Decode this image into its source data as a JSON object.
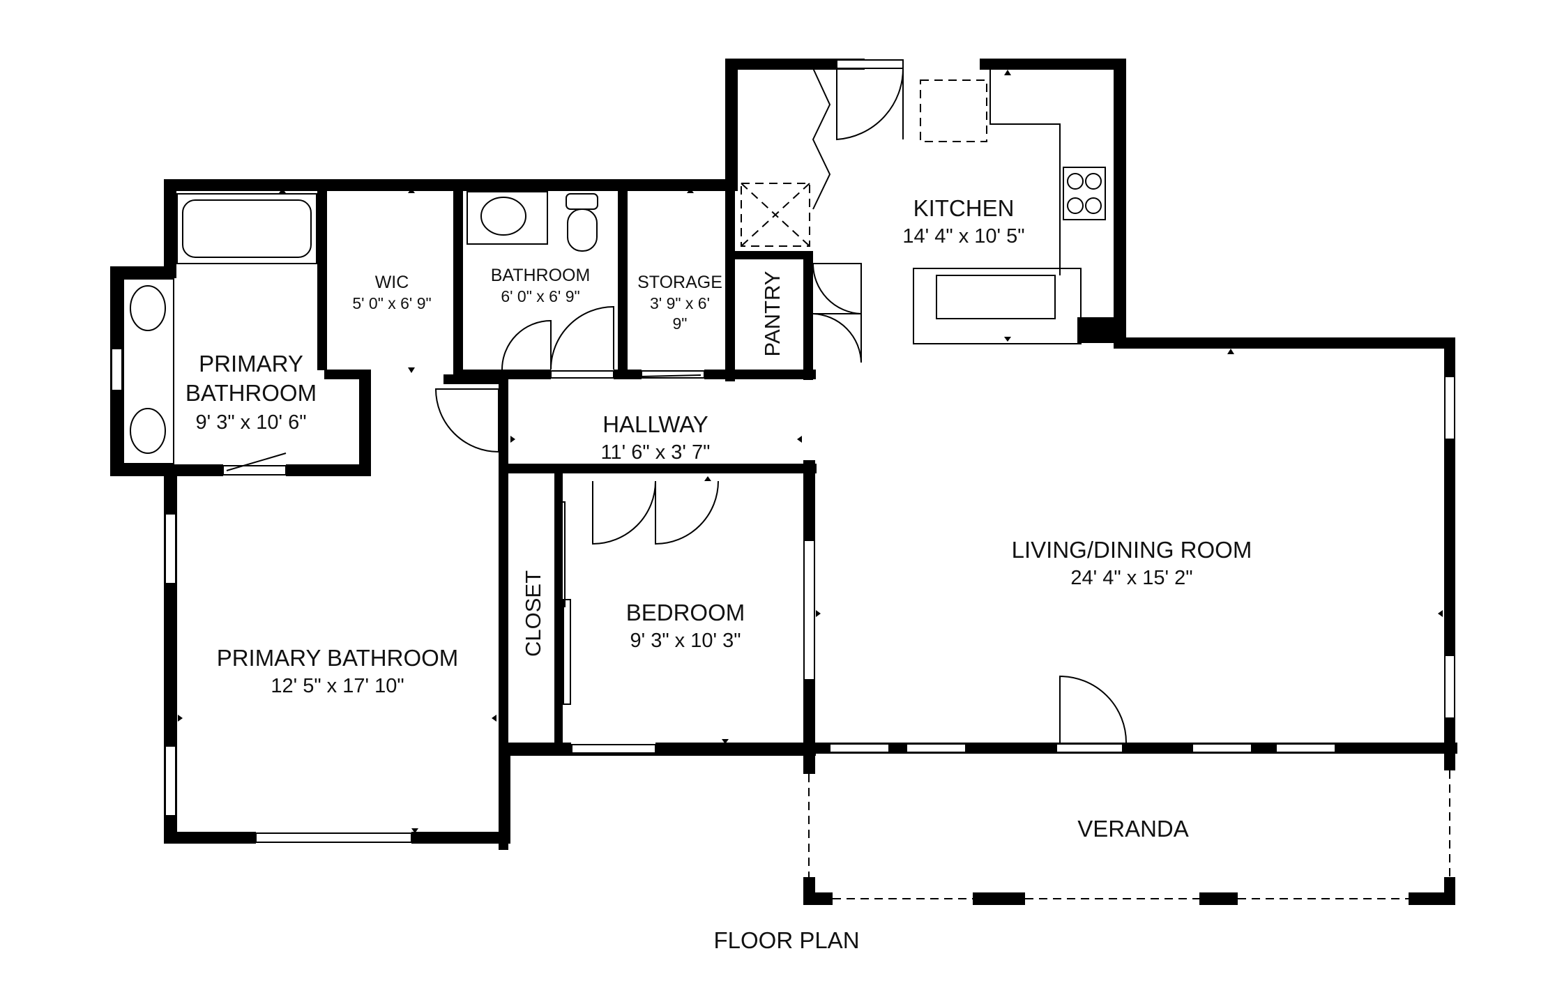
{
  "plan_title": "FLOOR PLAN",
  "rooms": {
    "kitchen": {
      "name": "KITCHEN",
      "size": "14' 4\" x 10' 5\""
    },
    "pantry": {
      "name": "PANTRY"
    },
    "wic": {
      "name": "WIC",
      "size": "5' 0\" x 6' 9\""
    },
    "bathroom": {
      "name": "BATHROOM",
      "size": "6' 0\" x 6' 9\""
    },
    "storage": {
      "name": "STORAGE",
      "size_line1": "3' 9\" x 6'",
      "size_line2": "9\""
    },
    "primary_bathroom_small": {
      "name_line1": "PRIMARY",
      "name_line2": "BATHROOM",
      "size": "9' 3\" x 10' 6\""
    },
    "hallway": {
      "name": "HALLWAY",
      "size": "11' 6\" x 3' 7\""
    },
    "closet": {
      "name": "CLOSET"
    },
    "bedroom": {
      "name": "BEDROOM",
      "size": "9' 3\" x 10' 3\""
    },
    "primary_bathroom_large": {
      "name": "PRIMARY BATHROOM",
      "size": "12' 5\" x 17' 10\""
    },
    "living_dining": {
      "name": "LIVING/DINING ROOM",
      "size": "24' 4\" x 15' 2\""
    },
    "veranda": {
      "name": "VERANDA"
    }
  }
}
